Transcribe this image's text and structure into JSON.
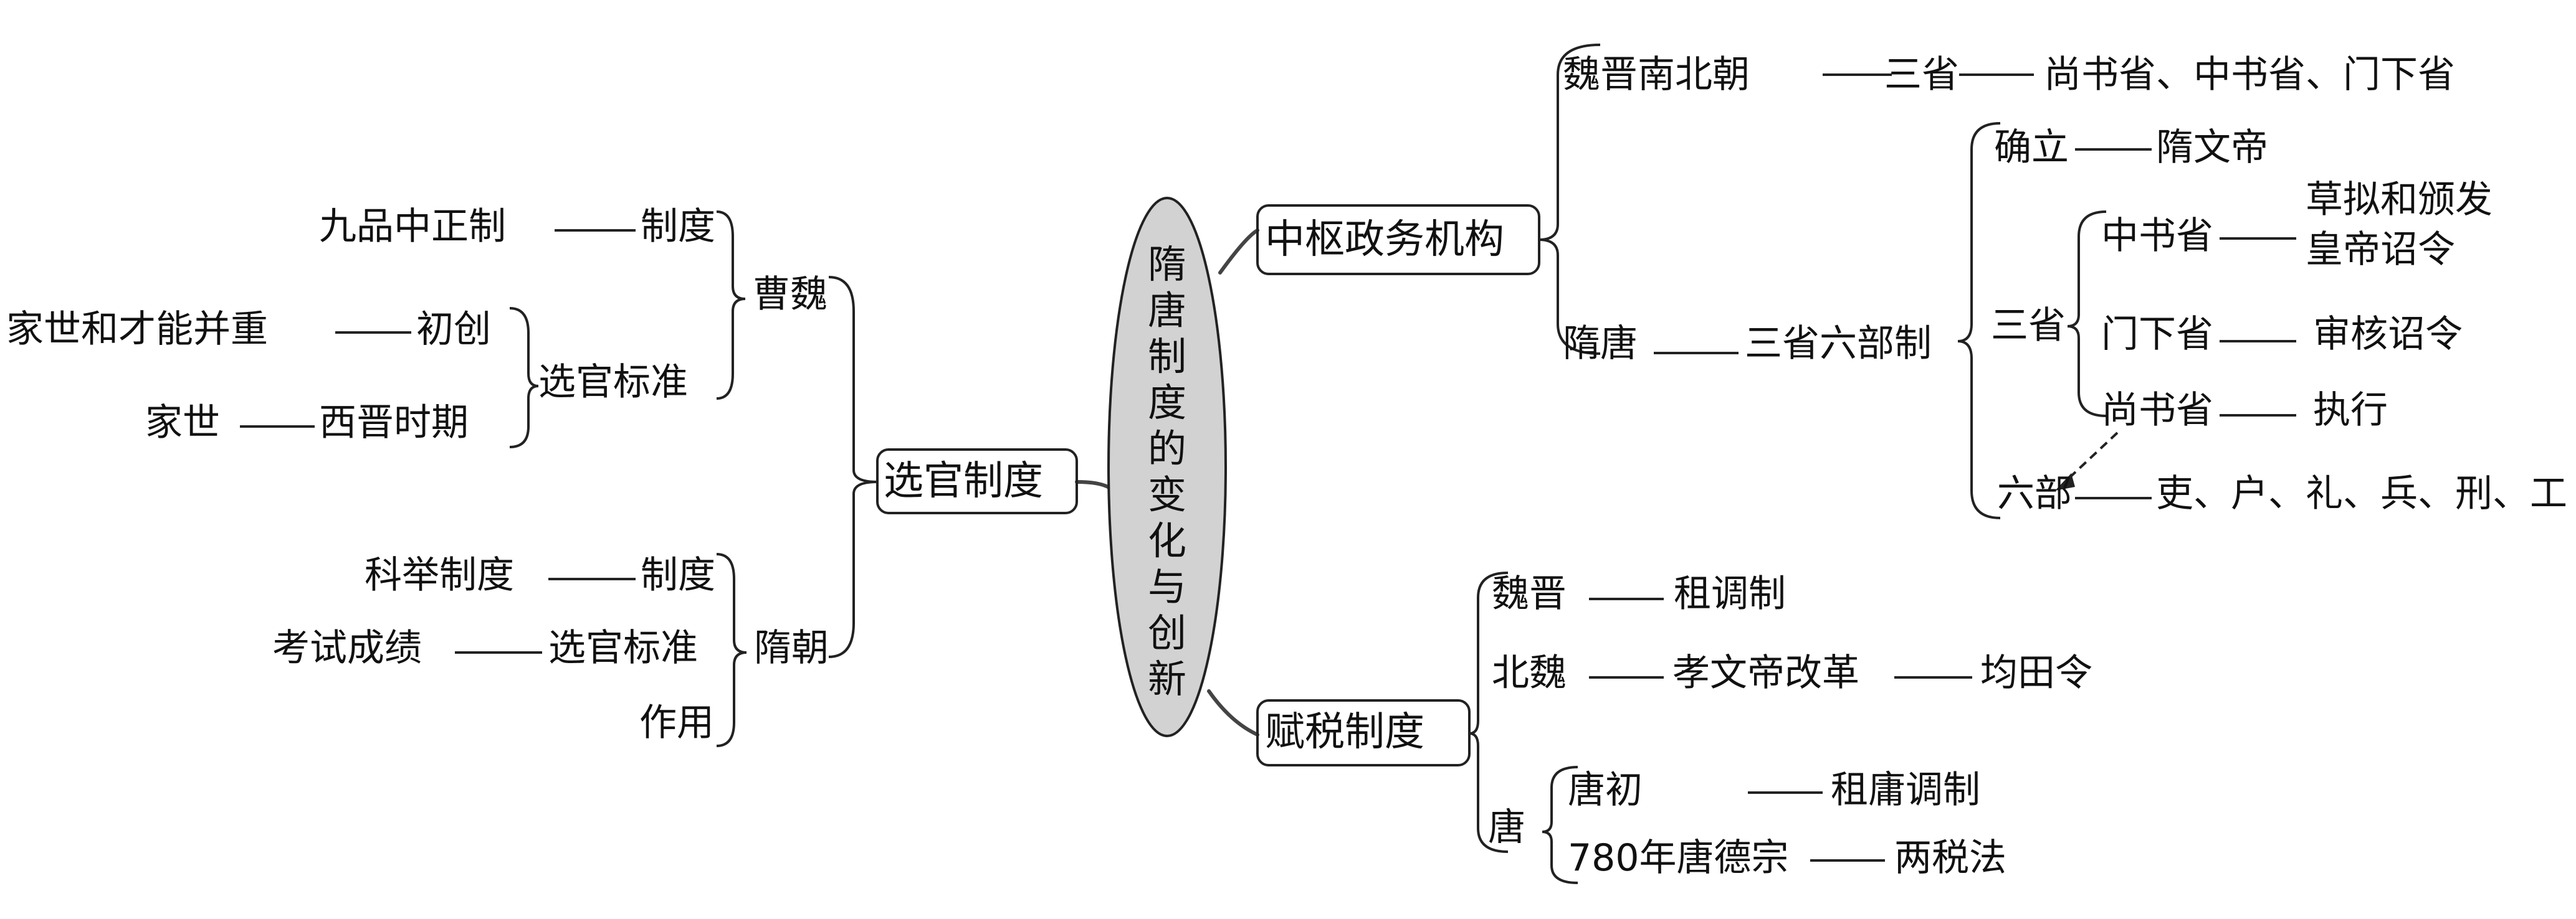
{
  "center": {
    "title": "隋唐制度的变化与创新"
  },
  "branches": {
    "xuanguan": {
      "label": "选官制度",
      "caowei": {
        "label": "曹魏",
        "row1": {
          "left": "九品中正制",
          "right": "制度"
        },
        "group": {
          "label": "选官标准",
          "row1": {
            "left": "家世和才能并重",
            "right": "初创"
          },
          "row2": {
            "left": "家世",
            "right": "西晋时期"
          }
        }
      },
      "suichao": {
        "label": "隋朝",
        "row1": {
          "left": "科举制度",
          "right": "制度"
        },
        "row2": {
          "left": "考试成绩",
          "right": "选官标准"
        },
        "row3": {
          "left": "作用"
        }
      }
    },
    "zhongshu": {
      "label": "中枢政务机构",
      "wei": {
        "left": "魏晋南北朝",
        "mid": "三省",
        "right": "尚书省、中书省、门下省"
      },
      "suitang": {
        "left": "隋唐",
        "mid": "三省六部制",
        "queli": {
          "left": "确立",
          "right": "隋文帝"
        },
        "sansheng": {
          "label": "三省",
          "zhongshu": {
            "left": "中书省",
            "right_line1": "草拟和颁发",
            "right_line2": "皇帝诏令"
          },
          "menxia": {
            "left": "门下省",
            "right": "审核诏令"
          },
          "shangshu": {
            "left": "尚书省",
            "right": "执行"
          }
        },
        "liubu": {
          "left": "六部",
          "right": "吏、户、礼、兵、刑、工"
        }
      }
    },
    "fushui": {
      "label": "赋税制度",
      "weijin": {
        "left": "魏晋",
        "right": "租调制"
      },
      "beiwei": {
        "left": "北魏",
        "mid": "孝文帝改革",
        "right": "均田令"
      },
      "tang": {
        "label": "唐",
        "row1": {
          "left": "唐初",
          "right": "租庸调制"
        },
        "row2": {
          "left": "780年唐德宗",
          "right": "两税法"
        }
      }
    }
  }
}
